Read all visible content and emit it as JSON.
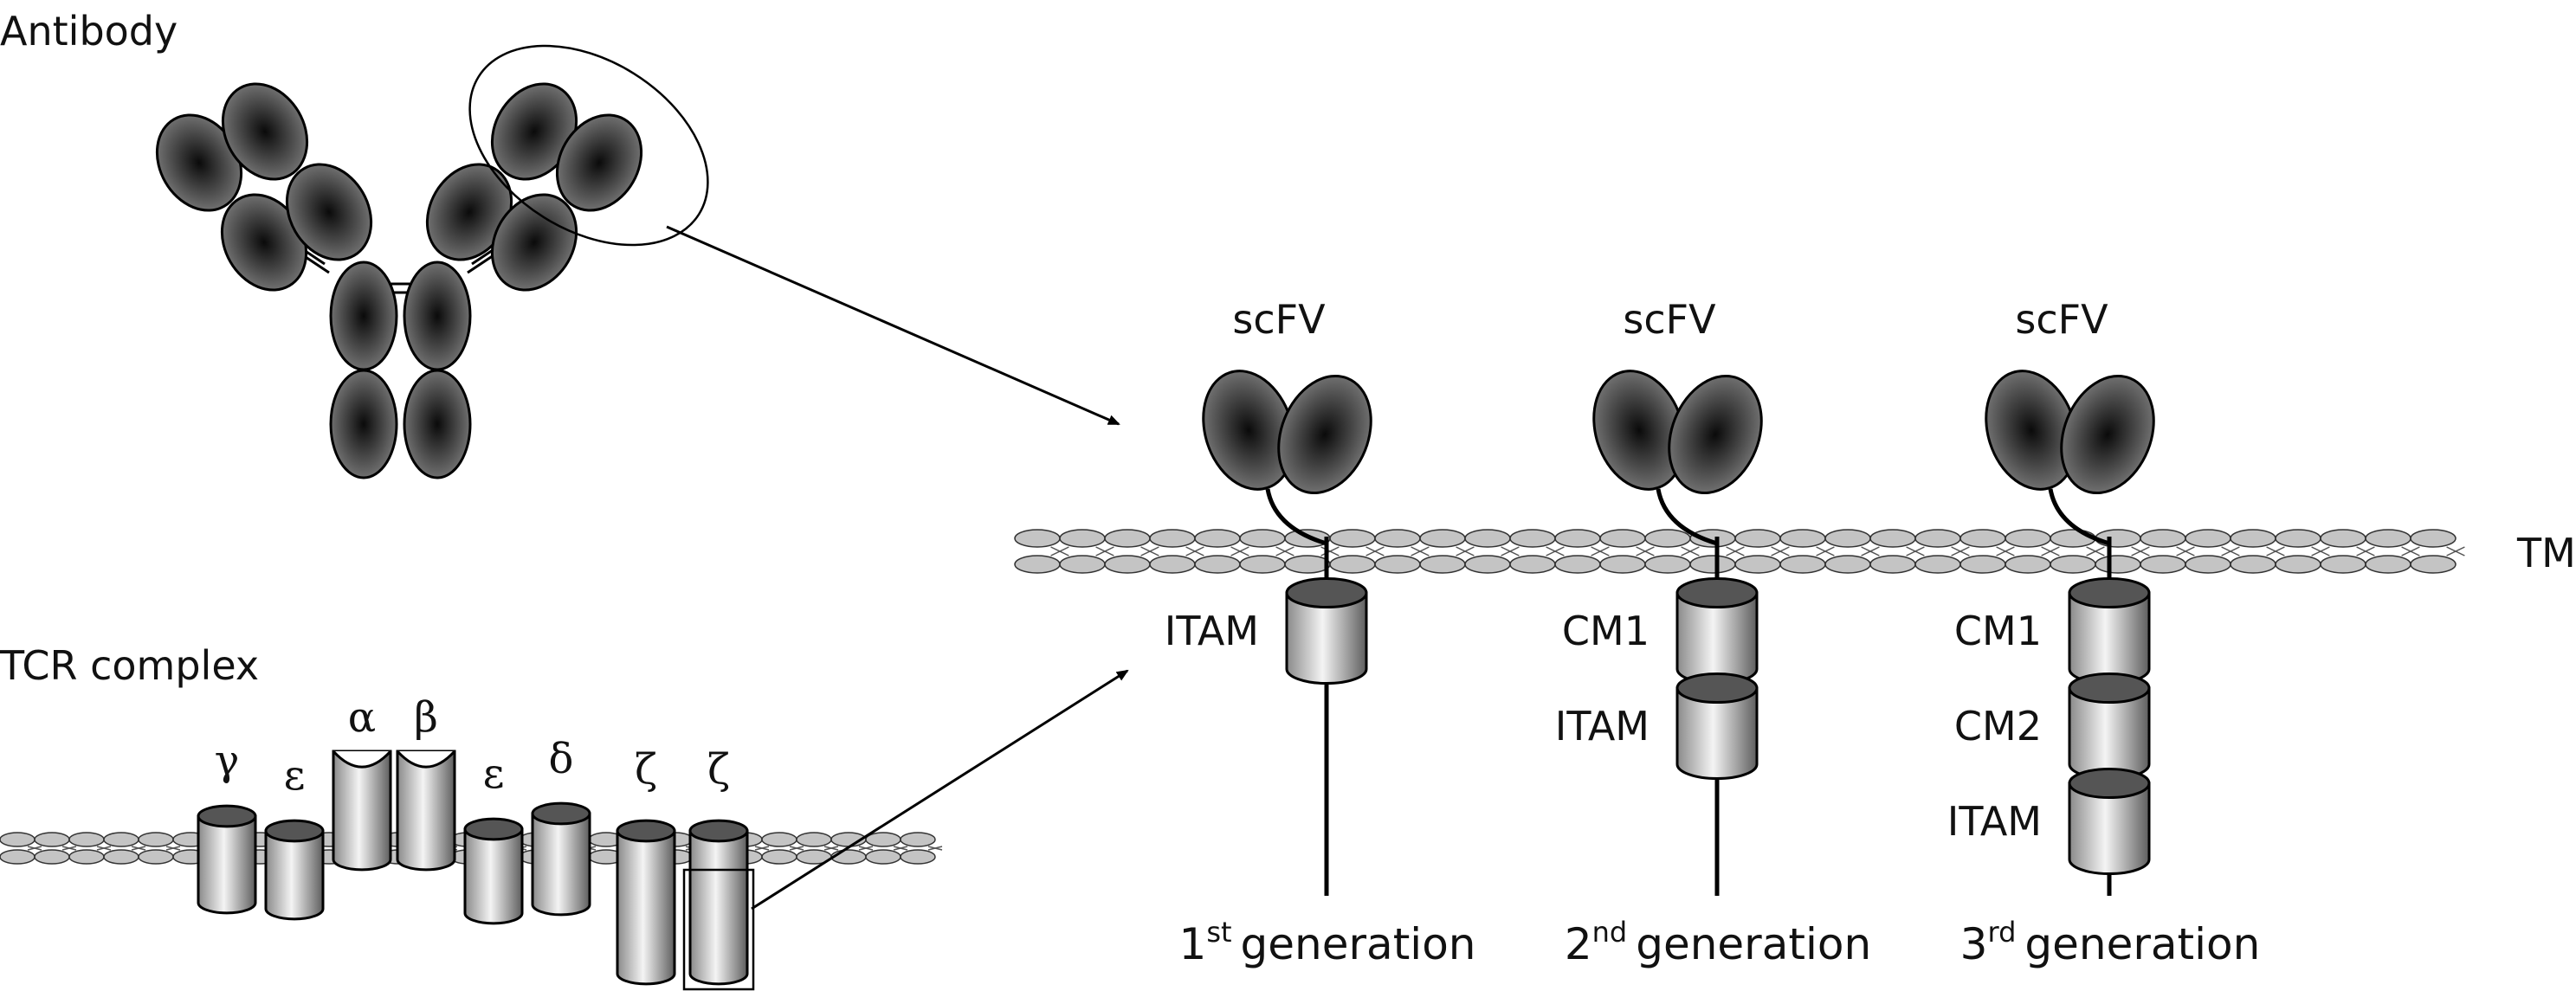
{
  "labels": {
    "antibody": "Antibody",
    "tcr_complex": "TCR complex",
    "tm": "TM"
  },
  "tcr_chains": [
    "γ",
    "ε",
    "α",
    "β",
    "ε",
    "δ",
    "ζ",
    "ζ"
  ],
  "cars": [
    {
      "binder": "scFV",
      "domains": [
        "ITAM"
      ],
      "generation_num": "1",
      "generation_sup": "st",
      "generation_word": "generation"
    },
    {
      "binder": "scFV",
      "domains": [
        "CM1",
        "ITAM"
      ],
      "generation_num": "2",
      "generation_sup": "nd",
      "generation_word": "generation"
    },
    {
      "binder": "scFV",
      "domains": [
        "CM1",
        "CM2",
        "ITAM"
      ],
      "generation_num": "3",
      "generation_sup": "rd",
      "generation_word": "generation"
    }
  ],
  "colors": {
    "domain_dark": "#1a1a1a",
    "domain_light": "#7a7a7a",
    "cylinder_light": "#f2f2f2",
    "cylinder_dark": "#6a6a6a",
    "membrane": "#c4c4c4",
    "line": "#000000"
  }
}
